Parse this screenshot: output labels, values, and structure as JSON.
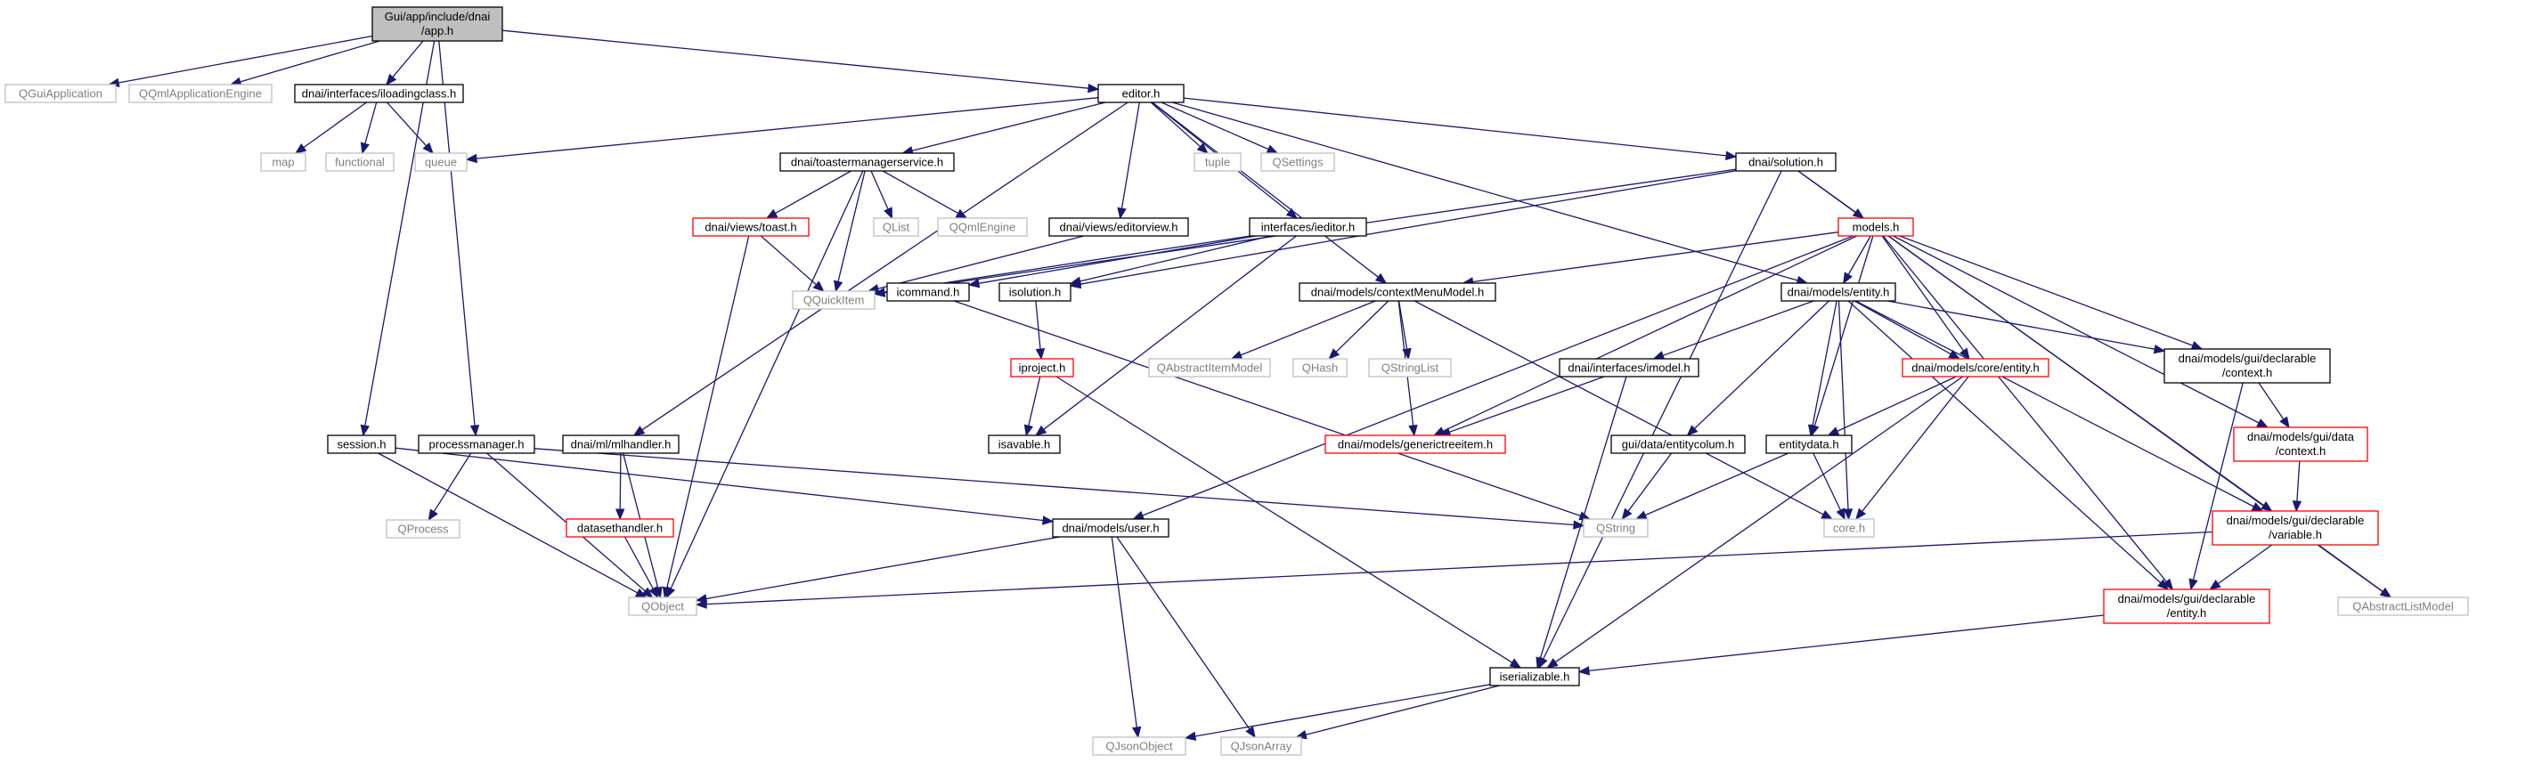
{
  "nodes": {
    "app": [
      "Gui/app/include/dnai",
      "/app.h"
    ],
    "qguiapp": [
      "QGuiApplication"
    ],
    "qqmlappeng": [
      "QQmlApplicationEngine"
    ],
    "iloading": [
      "dnai/interfaces/iloadingclass.h"
    ],
    "map": [
      "map"
    ],
    "functional": [
      "functional"
    ],
    "queue": [
      "queue"
    ],
    "editor": [
      "editor.h"
    ],
    "tuple": [
      "tuple"
    ],
    "qsettings": [
      "QSettings"
    ],
    "toaster": [
      "dnai/toastermanagerservice.h"
    ],
    "toast": [
      "dnai/views/toast.h"
    ],
    "qlist": [
      "QList"
    ],
    "qqmlengine": [
      "QQmlEngine"
    ],
    "qquickitem": [
      "QQuickItem"
    ],
    "editorview": [
      "dnai/views/editorview.h"
    ],
    "ieditor": [
      "interfaces/ieditor.h"
    ],
    "icommand": [
      "icommand.h"
    ],
    "isolution": [
      "isolution.h"
    ],
    "iproject": [
      "iproject.h"
    ],
    "isavable": [
      "isavable.h"
    ],
    "solution": [
      "dnai/solution.h"
    ],
    "models": [
      "models.h"
    ],
    "ctxmenu": [
      "dnai/models/contextMenuModel.h"
    ],
    "qabsitem": [
      "QAbstractItemModel"
    ],
    "qhash": [
      "QHash"
    ],
    "qstringlist": [
      "QStringList"
    ],
    "mentity": [
      "dnai/models/entity.h"
    ],
    "imodel": [
      "dnai/interfaces/imodel.h"
    ],
    "generictree": [
      "dnai/models/generictreeitem.h"
    ],
    "coreentity": [
      "dnai/models/core/entity.h"
    ],
    "entitycolum": [
      "gui/data/entitycolum.h"
    ],
    "entitydata": [
      "entitydata.h"
    ],
    "declctx": [
      "dnai/models/gui/declarable",
      "/context.h"
    ],
    "datactx": [
      "dnai/models/gui/data",
      "/context.h"
    ],
    "declvar": [
      "dnai/models/gui/declarable",
      "/variable.h"
    ],
    "declent": [
      "dnai/models/gui/declarable",
      "/entity.h"
    ],
    "qabslist": [
      "QAbstractListModel"
    ],
    "session": [
      "session.h"
    ],
    "procmgr": [
      "processmanager.h"
    ],
    "qprocess": [
      "QProcess"
    ],
    "mlhandler": [
      "dnai/ml/mlhandler.h"
    ],
    "dataset": [
      "datasethandler.h"
    ],
    "qobject": [
      "QObject"
    ],
    "user": [
      "dnai/models/user.h"
    ],
    "qstring": [
      "QString"
    ],
    "core": [
      "core.h"
    ],
    "iserial": [
      "iserializable.h"
    ],
    "qjsonobject": [
      "QJsonObject"
    ],
    "qjsonarray": [
      "QJsonArray"
    ]
  },
  "colors": {
    "edge": "#191970",
    "root_fill": "#bfbfbf",
    "documented_border": "#000000",
    "truncated_border": "#ff0000",
    "external_border": "#bfbfbf",
    "external_text": "#7f7f7f"
  }
}
